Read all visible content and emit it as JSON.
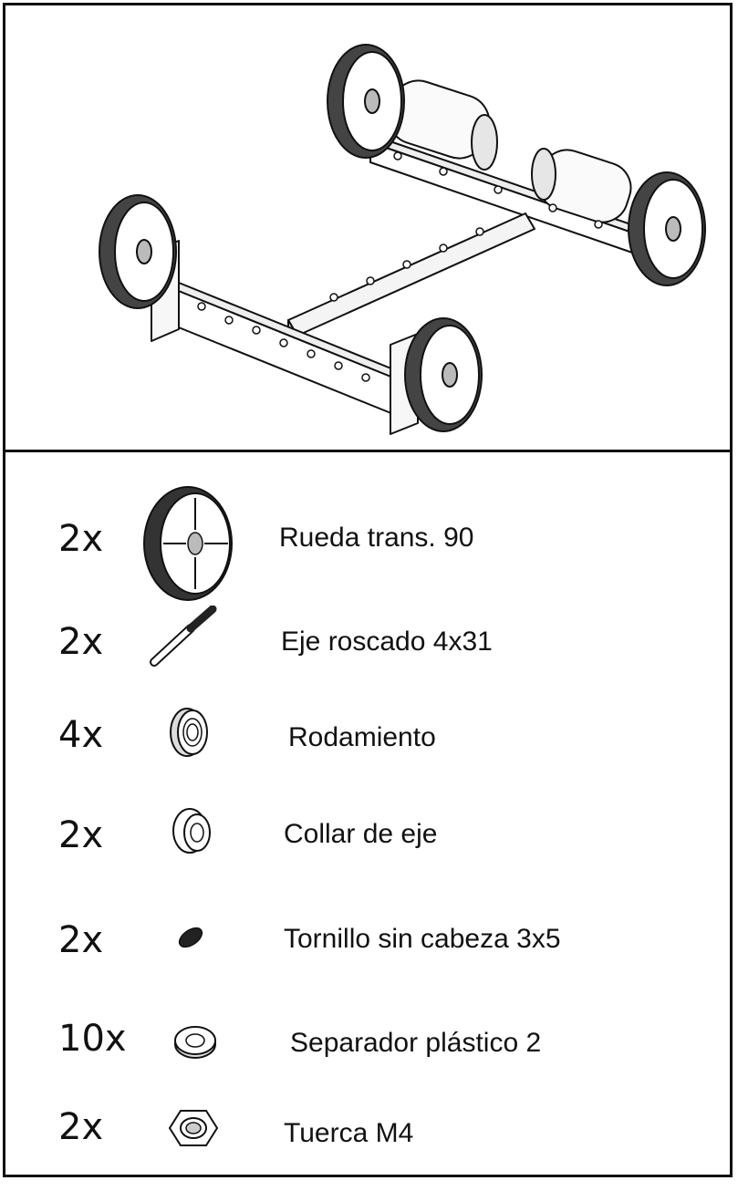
{
  "parts": [
    {
      "qty": "2x",
      "name": "Rueda trans. 90",
      "icon": "traction-wheel-icon"
    },
    {
      "qty": "2x",
      "name": "Eje roscado 4x31",
      "icon": "threaded-axle-icon"
    },
    {
      "qty": "4x",
      "name": "Rodamiento",
      "icon": "bearing-icon"
    },
    {
      "qty": "2x",
      "name": "Collar de eje",
      "icon": "axle-collar-icon"
    },
    {
      "qty": "2x",
      "name": "Tornillo sin cabeza 3x5",
      "icon": "set-screw-icon"
    },
    {
      "qty": "10x",
      "name": "Separador plástico 2",
      "icon": "plastic-spacer-icon"
    },
    {
      "qty": "2x",
      "name": "Tuerca M4",
      "icon": "m4-nut-icon"
    }
  ]
}
